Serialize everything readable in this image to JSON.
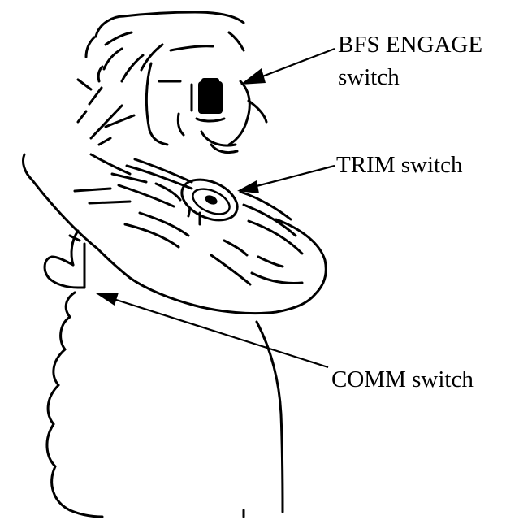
{
  "callouts": {
    "bfs_engage": {
      "line1": "BFS ENGAGE",
      "line2": "switch"
    },
    "trim": {
      "label": "TRIM switch"
    },
    "comm": {
      "label": "COMM switch"
    }
  },
  "colors": {
    "ink": "#000000",
    "background": "#ffffff"
  }
}
